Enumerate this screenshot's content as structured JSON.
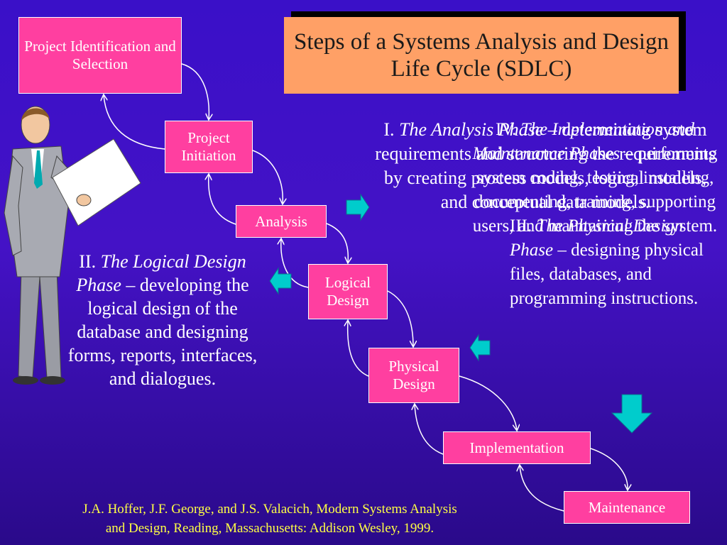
{
  "title": "Steps of a Systems Analysis and Design Life Cycle (SDLC)",
  "steps": [
    {
      "label": "Project Identification and Selection"
    },
    {
      "label": "Project Initiation"
    },
    {
      "label": "Analysis"
    },
    {
      "label": "Logical Design"
    },
    {
      "label": "Physical Design"
    },
    {
      "label": "Implementation"
    },
    {
      "label": "Maintenance"
    }
  ],
  "phases": {
    "one": {
      "num": "I.",
      "name": "The Analysis Phase",
      "desc": "– determining system requirements and structuring the requirements by creating process models, logical models, and conceptual data models."
    },
    "two": {
      "num": "II.",
      "name": "The Logical Design Phase",
      "desc": "– developing the logical design of the database and designing forms, reports, interfaces, and dialogues."
    },
    "three": {
      "num": "III.",
      "name": "The Physical Design Phase",
      "desc": "– designing physical files, databases, and programming instructions."
    },
    "four": {
      "num": "IV.",
      "name": "The Implementation and Maintenance Phases",
      "desc": "– performing system coding, testing, installing, documenting, training, supporting users, and maintaining the system."
    }
  },
  "citation": {
    "line1": "J.A. Hoffer, J.F. George, and J.S. Valacich, Modern Systems Analysis",
    "line2": "and Design, Reading, Massachusetts: Addison Wesley, 1999."
  },
  "colors": {
    "box": "#ff3fa0",
    "title_bg": "#ffa066",
    "arrow": "#00cccc",
    "citation": "#ffff44"
  },
  "icons": [
    "businessman-presenting-figure",
    "block-arrow-icon"
  ]
}
